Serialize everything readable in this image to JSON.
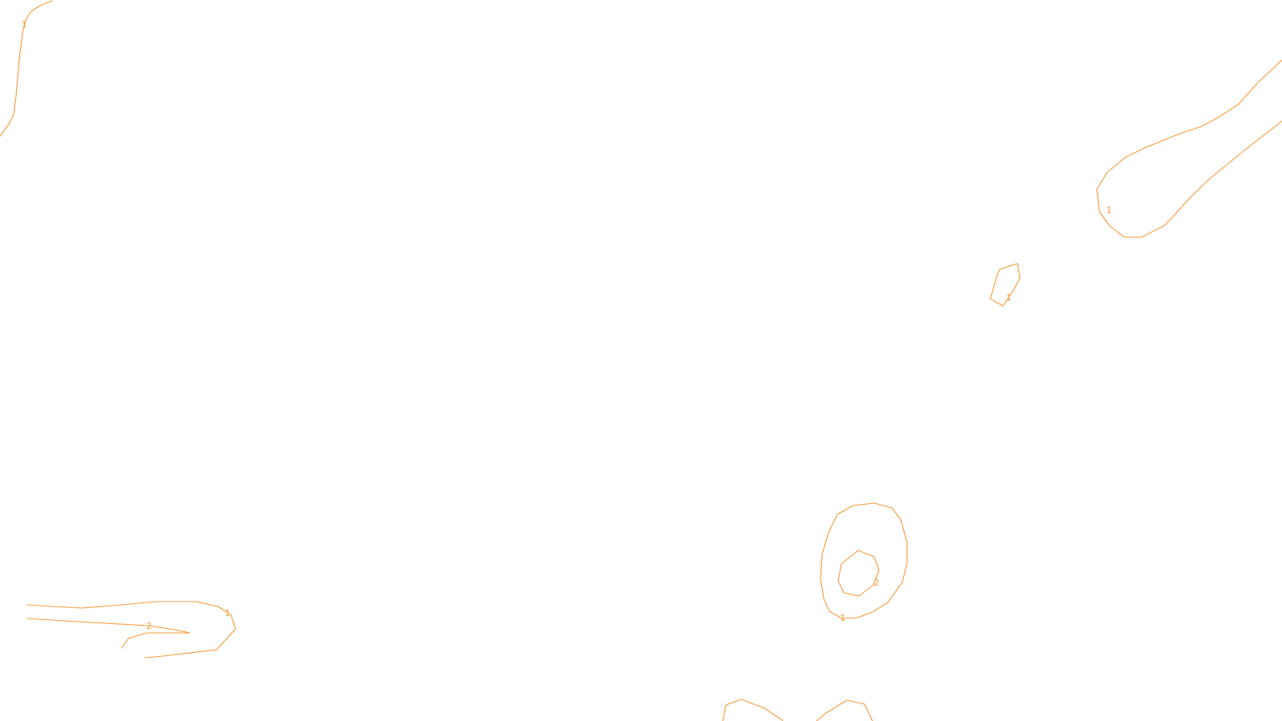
{
  "map": {
    "style": {
      "background": "#ffffff",
      "contour_color": "#f39a3c"
    },
    "contour_labels": [
      "1",
      "1",
      "1",
      "2",
      "1",
      "1",
      "2"
    ]
  }
}
